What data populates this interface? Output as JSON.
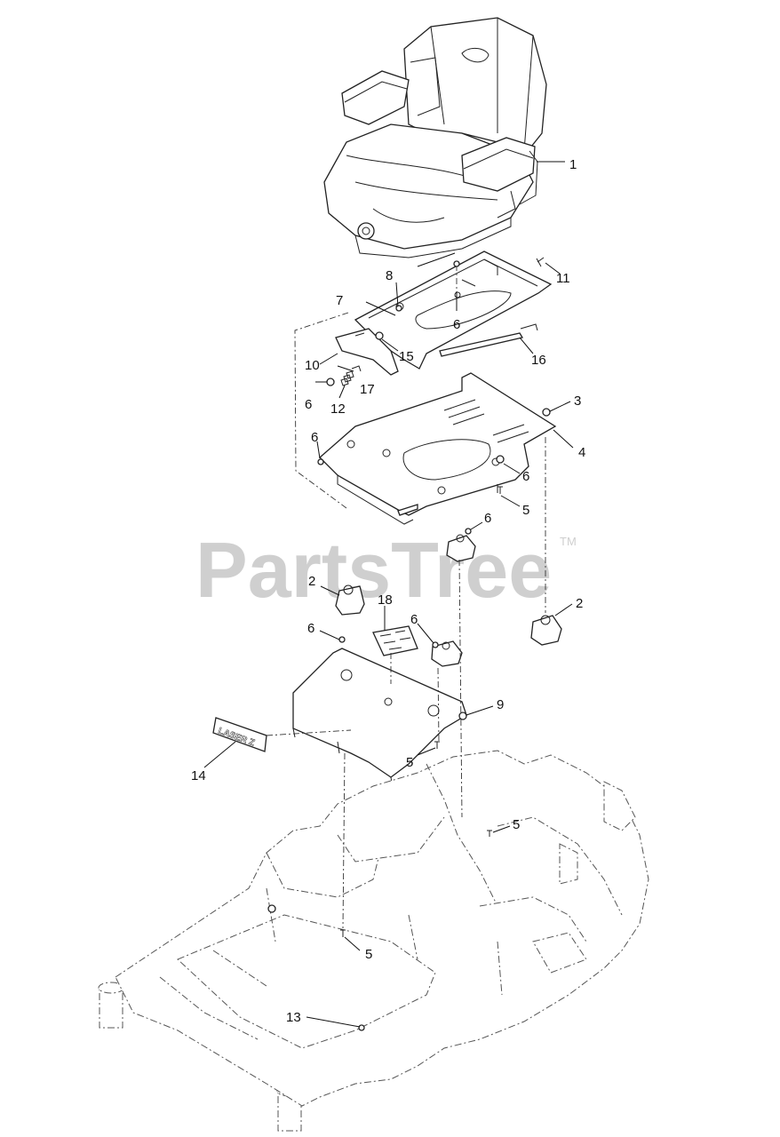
{
  "watermark": {
    "text": "PartsTree",
    "trademark": "TM"
  },
  "decal_text": "LASER Z",
  "callouts": [
    {
      "id": "c1",
      "label": "1"
    },
    {
      "id": "c8",
      "label": "8"
    },
    {
      "id": "c11",
      "label": "11"
    },
    {
      "id": "c7",
      "label": "7"
    },
    {
      "id": "c6a",
      "label": "6"
    },
    {
      "id": "c15",
      "label": "15"
    },
    {
      "id": "c16",
      "label": "16"
    },
    {
      "id": "c10",
      "label": "10"
    },
    {
      "id": "c17",
      "label": "17"
    },
    {
      "id": "c6b",
      "label": "6"
    },
    {
      "id": "c12",
      "label": "12"
    },
    {
      "id": "c3",
      "label": "3"
    },
    {
      "id": "c6c",
      "label": "6"
    },
    {
      "id": "c4",
      "label": "4"
    },
    {
      "id": "c6d",
      "label": "6"
    },
    {
      "id": "c5a",
      "label": "5"
    },
    {
      "id": "c6e",
      "label": "6"
    },
    {
      "id": "c2a",
      "label": "2"
    },
    {
      "id": "c18",
      "label": "18"
    },
    {
      "id": "c2b",
      "label": "2"
    },
    {
      "id": "c6f",
      "label": "6"
    },
    {
      "id": "c6g",
      "label": "6"
    },
    {
      "id": "c9",
      "label": "9"
    },
    {
      "id": "c5b",
      "label": "5"
    },
    {
      "id": "c14",
      "label": "14"
    },
    {
      "id": "c5c",
      "label": "5"
    },
    {
      "id": "c5d",
      "label": "5"
    },
    {
      "id": "c13",
      "label": "13"
    }
  ]
}
